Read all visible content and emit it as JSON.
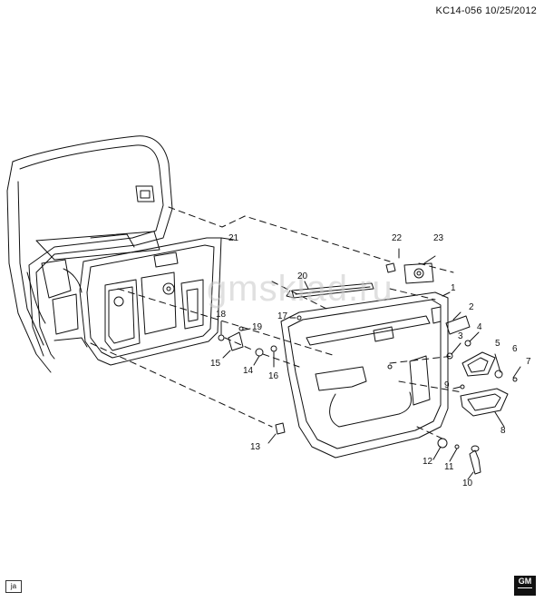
{
  "header": {
    "code": "KC14-056",
    "date": "10/25/2012"
  },
  "watermark": "gmsklad.ru",
  "corner_tag": "ja",
  "logo": {
    "line1": "GM",
    "alt": "gm-logo"
  },
  "callouts": [
    {
      "id": "c1",
      "label": "1"
    },
    {
      "id": "c2",
      "label": "2"
    },
    {
      "id": "c3",
      "label": "3"
    },
    {
      "id": "c4",
      "label": "4"
    },
    {
      "id": "c5",
      "label": "5"
    },
    {
      "id": "c6",
      "label": "6"
    },
    {
      "id": "c7",
      "label": "7"
    },
    {
      "id": "c8",
      "label": "8"
    },
    {
      "id": "c9",
      "label": "9"
    },
    {
      "id": "c10",
      "label": "10"
    },
    {
      "id": "c11",
      "label": "11"
    },
    {
      "id": "c12",
      "label": "12"
    },
    {
      "id": "c13",
      "label": "13"
    },
    {
      "id": "c14",
      "label": "14"
    },
    {
      "id": "c15",
      "label": "15"
    },
    {
      "id": "c16",
      "label": "16"
    },
    {
      "id": "c17",
      "label": "17"
    },
    {
      "id": "c18",
      "label": "18"
    },
    {
      "id": "c19",
      "label": "19"
    },
    {
      "id": "c20",
      "label": "20"
    },
    {
      "id": "c21",
      "label": "21"
    },
    {
      "id": "c22",
      "label": "22"
    },
    {
      "id": "c23",
      "label": "23"
    }
  ]
}
